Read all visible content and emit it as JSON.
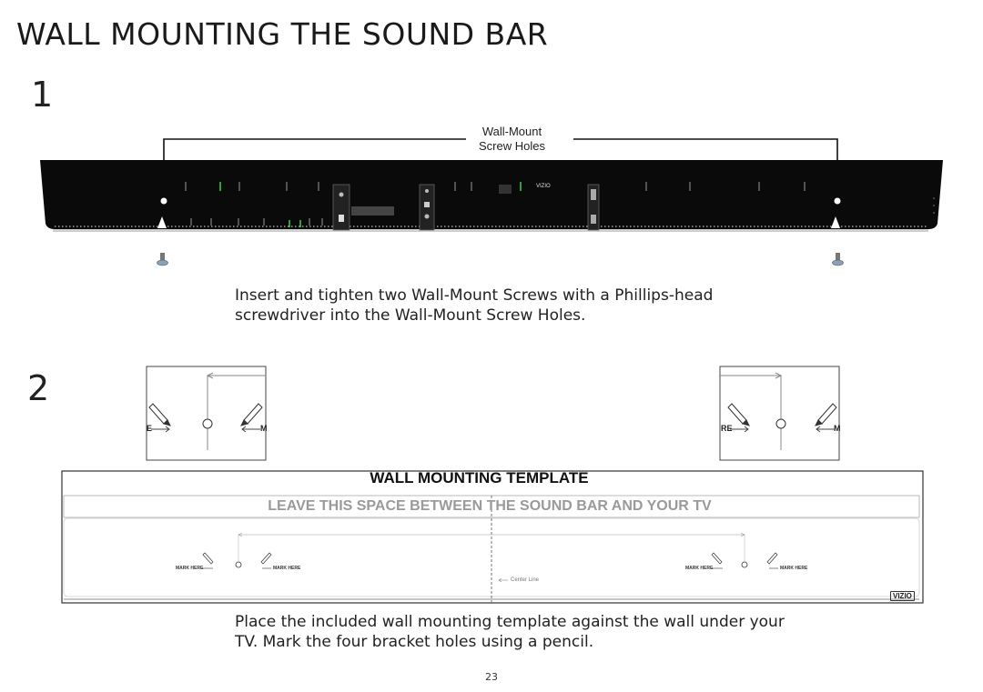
{
  "page": {
    "title": "WALL MOUNTING THE SOUND BAR",
    "page_number": "23"
  },
  "step1": {
    "number": "1",
    "callout_line1": "Wall-Mount",
    "callout_line2": "Screw Holes",
    "brand": "VIZIO",
    "instruction": "Insert and tighten two Wall-Mount Screws with a Phillips-head screwdriver into the Wall-Mount Screw Holes."
  },
  "step2": {
    "number": "2",
    "detail_left_text_a": "E",
    "detail_left_text_b": "M",
    "detail_right_text_a": "RE",
    "detail_right_text_b": "M",
    "template_title": "WALL MOUNTING TEMPLATE",
    "template_space": "LEAVE THIS SPACE BETWEEN THE SOUND BAR AND YOUR TV",
    "mark_here": "MARK HERE",
    "center_line": "Center Line",
    "template_brand": "VIZIO",
    "instruction": "Place the included wall mounting template against the wall under your TV. Mark the four bracket holes using a pencil."
  },
  "colors": {
    "soundbar": "#0a0a0a",
    "accent_led": "#3ecf4a",
    "template_subtext": "#9a9a9a"
  }
}
